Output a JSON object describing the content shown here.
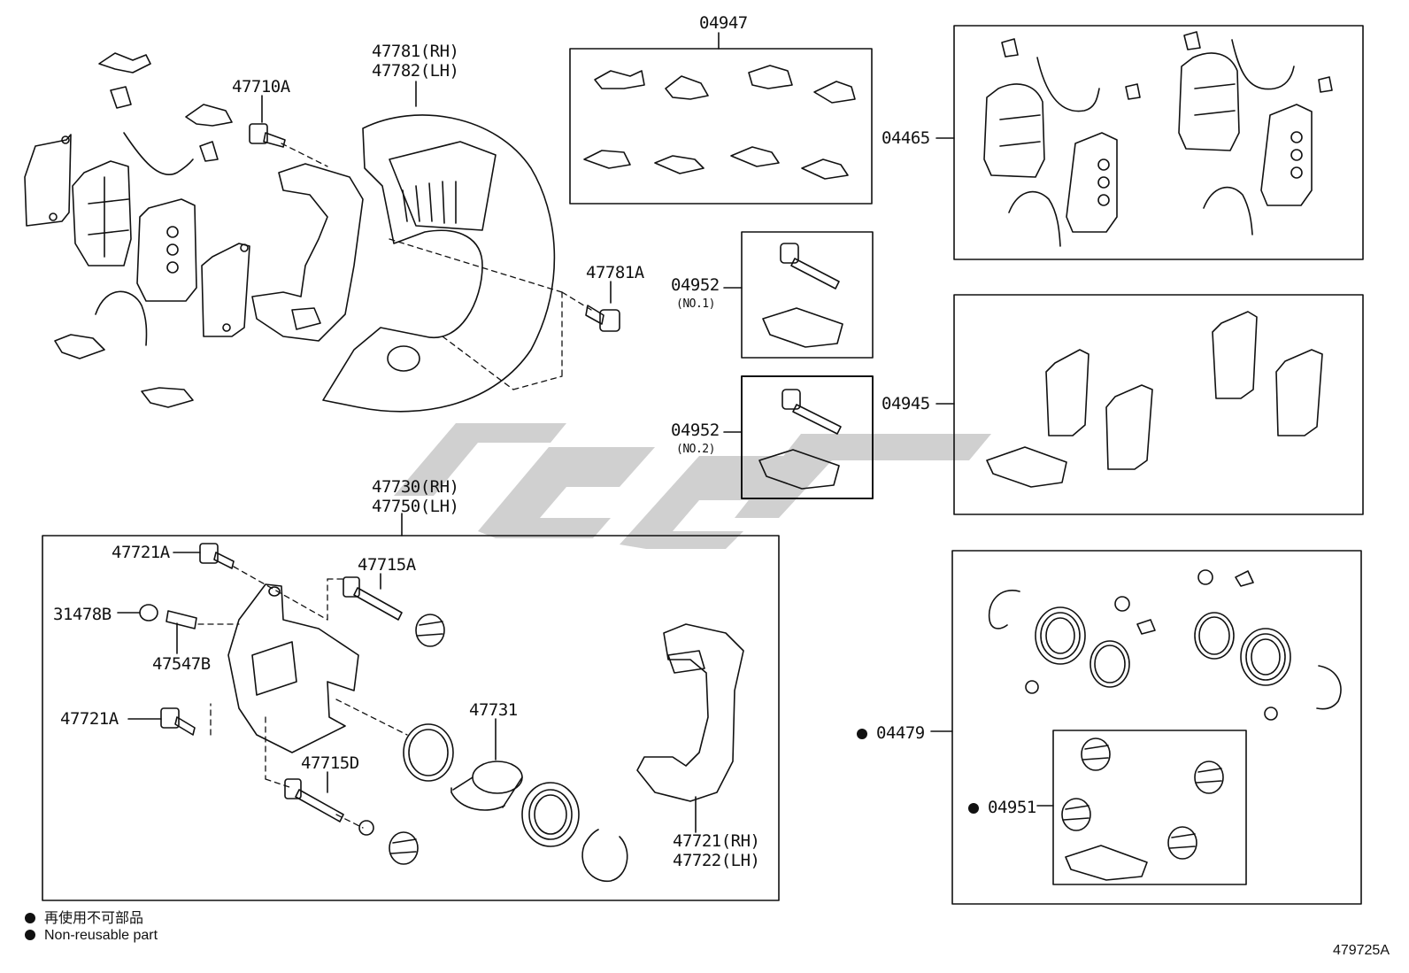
{
  "labels": {
    "p47781a_rh": "47781(RH)",
    "p47782_lh": "47782(LH)",
    "p47710a": "47710A",
    "p47781a": "47781A",
    "p04947": "04947",
    "p04465": "04465",
    "p04952": "04952",
    "no1": "(NO.1)",
    "p04952b": "04952",
    "no2": "(NO.2)",
    "p04945": "04945",
    "p47730_rh": "47730(RH)",
    "p47750_lh": "47750(LH)",
    "p47721a_top": "47721A",
    "p47715a": "47715A",
    "p31478b": "31478B",
    "p47547b": "47547B",
    "p47721a_bot": "47721A",
    "p47731": "47731",
    "p47715d": "47715D",
    "p47721_rh": "47721(RH)",
    "p47722_lh": "47722(LH)",
    "p04479": "04479",
    "p04951": "04951"
  },
  "legend": {
    "line1": "再使用不可部品",
    "line2": "Non-reusable part"
  },
  "reference": "479725A",
  "colors": {
    "ink": "#111111",
    "watermark": "#c8c8c8"
  }
}
